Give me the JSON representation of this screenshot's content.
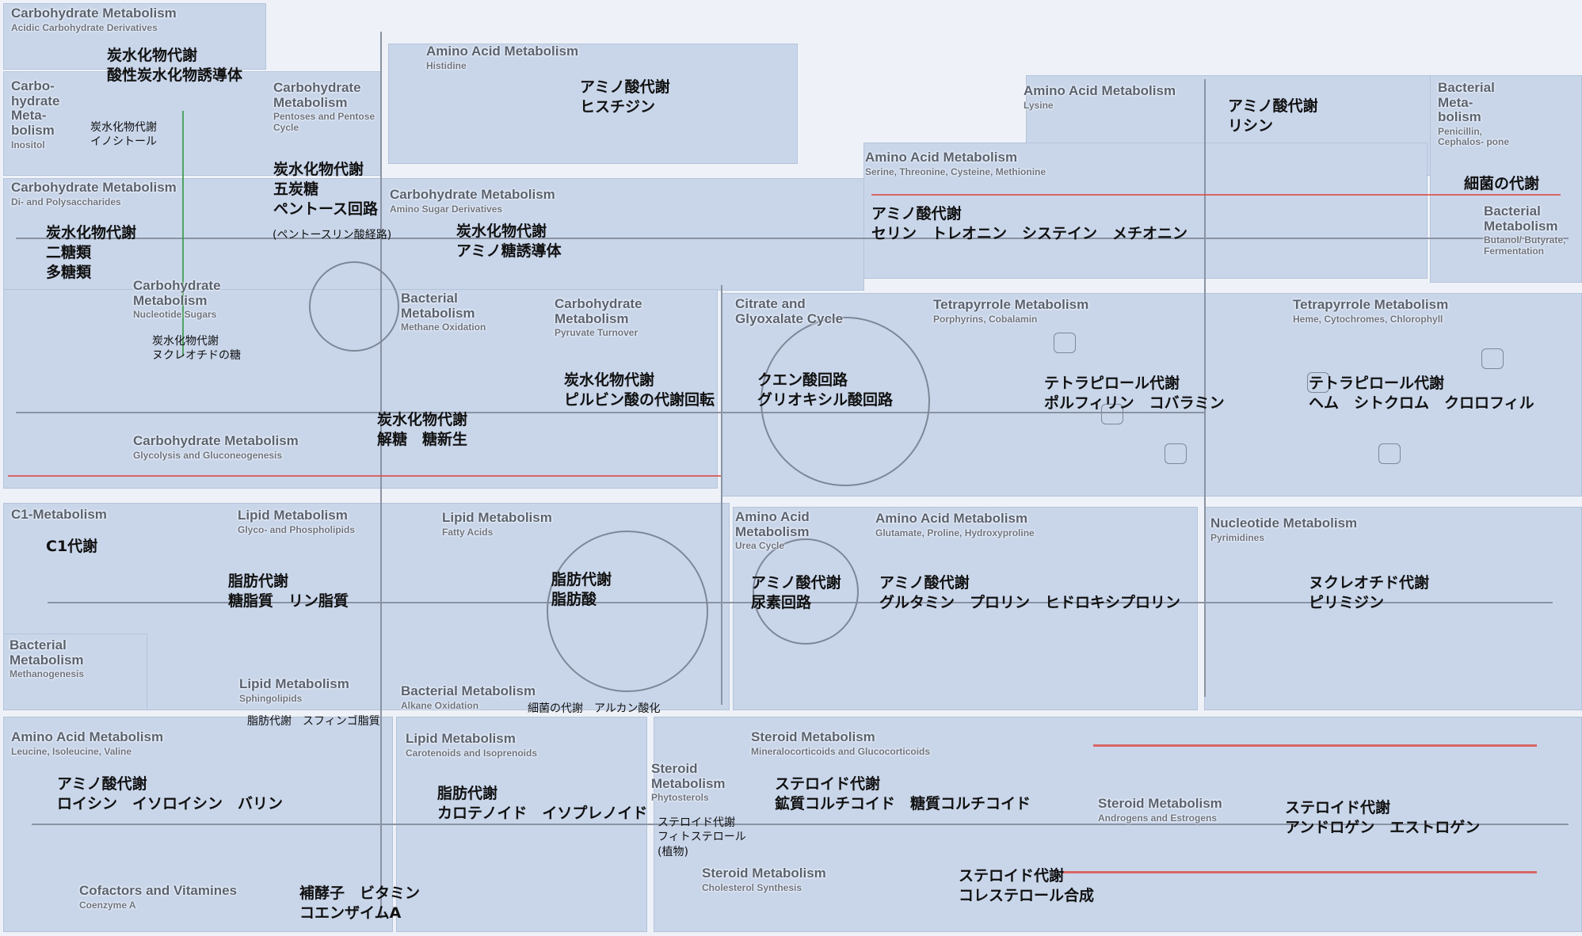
{
  "regions": [
    {
      "id": "r1"
    },
    {
      "id": "r2"
    },
    {
      "id": "r3"
    },
    {
      "id": "r4"
    },
    {
      "id": "r5"
    },
    {
      "id": "r6"
    },
    {
      "id": "r7"
    },
    {
      "id": "r8"
    },
    {
      "id": "r9"
    },
    {
      "id": "r10"
    },
    {
      "id": "r11"
    },
    {
      "id": "r12"
    },
    {
      "id": "r13"
    },
    {
      "id": "r14"
    },
    {
      "id": "r15"
    },
    {
      "id": "r16"
    }
  ],
  "en_labels": [
    {
      "title": "Carbohydrate Metabolism",
      "sub": "Acidic Carbohydrate Derivatives"
    },
    {
      "title": "Carbo- hydrate Meta- bolism",
      "sub": "Inositol"
    },
    {
      "title": "Carbohydrate Metabolism",
      "sub": "Pentoses and Pentose Cycle"
    },
    {
      "title": "Amino Acid Metabolism",
      "sub": "Histidine"
    },
    {
      "title": "Amino Acid Metabolism",
      "sub": "Lysine"
    },
    {
      "title": "Bacterial Meta- bolism",
      "sub": "Penicillin, Cephalos- pone"
    },
    {
      "title": "Carbohydrate Metabolism",
      "sub": "Di- and Polysaccharides"
    },
    {
      "title": "Carbohydrate Metabolism",
      "sub": "Amino Sugar Derivatives"
    },
    {
      "title": "Amino Acid Metabolism",
      "sub": "Serine, Threonine, Cysteine, Methionine"
    },
    {
      "title": "Bacterial Metabolism",
      "sub": "Butanol/ Butyrate, Fermentation"
    },
    {
      "title": "Carbohydrate Metabolism",
      "sub": "Nucleotide Sugars"
    },
    {
      "title": "Bacterial Metabolism",
      "sub": "Methane Oxidation"
    },
    {
      "title": "Carbohydrate Metabolism",
      "sub": "Pyruvate Turnover"
    },
    {
      "title": "Citrate and Glyoxalate Cycle",
      "sub": ""
    },
    {
      "title": "Tetrapyrrole Metabolism",
      "sub": "Porphyrins, Cobalamin"
    },
    {
      "title": "Tetrapyrrole Metabolism",
      "sub": "Heme, Cytochromes, Chlorophyll"
    },
    {
      "title": "Carbohydrate Metabolism",
      "sub": "Glycolysis and Gluconeogenesis"
    },
    {
      "title": "C1-Metabolism",
      "sub": ""
    },
    {
      "title": "Lipid Metabolism",
      "sub": "Glyco- and Phospholipids"
    },
    {
      "title": "Lipid Metabolism",
      "sub": "Fatty Acids"
    },
    {
      "title": "Amino Acid Metabolism",
      "sub": "Urea Cycle"
    },
    {
      "title": "Amino Acid Metabolism",
      "sub": "Glutamate, Proline, Hydroxyproline"
    },
    {
      "title": "Nucleotide Metabolism",
      "sub": "Pyrimidines"
    },
    {
      "title": "Bacterial Metabolism",
      "sub": "Methanogenesis"
    },
    {
      "title": "Lipid Metabolism",
      "sub": "Sphingolipids"
    },
    {
      "title": "Bacterial Metabolism",
      "sub": "Alkane Oxidation"
    },
    {
      "title": "Amino Acid Metabolism",
      "sub": "Leucine, Isoleucine, Valine"
    },
    {
      "title": "Lipid Metabolism",
      "sub": "Carotenoids and Isoprenoids"
    },
    {
      "title": "Steroid Metabolism",
      "sub": "Phytosterols"
    },
    {
      "title": "Steroid Metabolism",
      "sub": "Mineralocorticoids and Glucocorticoids"
    },
    {
      "title": "Steroid Metabolism",
      "sub": "Androgens and Estrogens"
    },
    {
      "title": "Steroid Metabolism",
      "sub": "Cholesterol Synthesis"
    },
    {
      "title": "Cofactors and Vitamines",
      "sub": "Coenzyme A"
    }
  ],
  "jp_labels": [
    "炭水化物代謝\n酸性炭水化物誘導体",
    "炭水化物代謝\nイノシトール",
    "炭水化物代謝\n五炭糖\nペントース回路",
    "(ペントースリン酸経路)",
    "アミノ酸代謝\nヒスチジン",
    "アミノ酸代謝\nリシン",
    "細菌の代謝",
    "炭水化物代謝\n二糖類\n多糖類",
    "炭水化物代謝\nアミノ糖誘導体",
    "アミノ酸代謝\nセリン　トレオニン　システイン　メチオニン",
    "炭水化物代謝\nヌクレオチドの糖",
    "炭水化物代謝\nピルビン酸の代謝回転",
    "クエン酸回路\nグリオキシル酸回路",
    "テトラピロール代謝\nポルフィリン　コバラミン",
    "テトラピロール代謝\nヘム　シトクロム　クロロフィル",
    "炭水化物代謝\n解糖　糖新生",
    "C1代謝",
    "脂肪代謝\n糖脂質　リン脂質",
    "脂肪代謝\n脂肪酸",
    "アミノ酸代謝\n尿素回路",
    "アミノ酸代謝\nグルタミン　プロリン　ヒドロキシプロリン",
    "ヌクレオチド代謝\nピリミジン",
    "脂肪代謝　スフィンゴ脂質",
    "細菌の代謝　アルカン酸化",
    "アミノ酸代謝\nロイシン　イソロイシン　バリン",
    "脂肪代謝\nカロテノイド　イソプレノイド",
    "ステロイド代謝\nフィトステロール\n(植物)",
    "ステロイド代謝\n鉱質コルチコイド　糖質コルチコイド",
    "ステロイド代謝\nアンドロゲン　エストロゲン",
    "ステロイド代謝\nコレステロール合成",
    "補酵子　ビタミン\nコエンザイムA"
  ]
}
